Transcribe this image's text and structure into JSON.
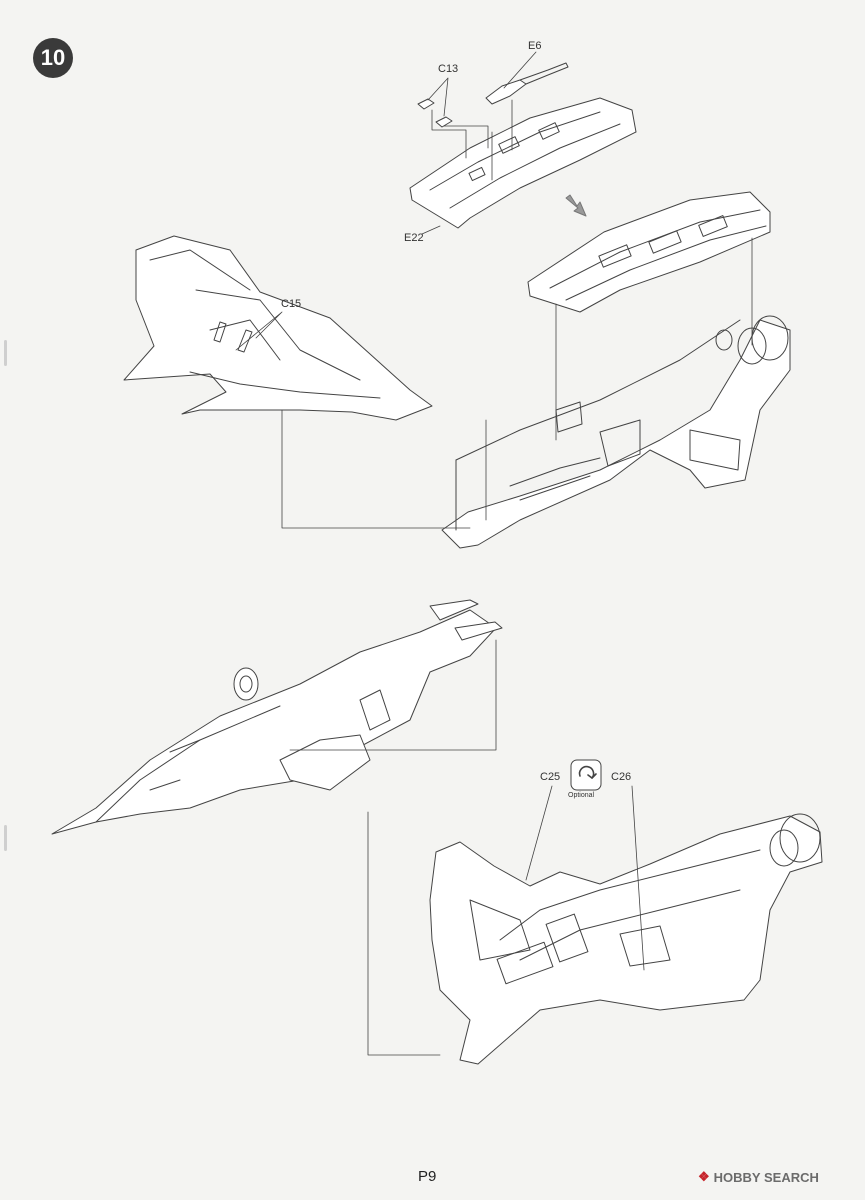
{
  "step": {
    "number": "10"
  },
  "parts": {
    "e6": "E6",
    "c13": "C13",
    "e22": "E22",
    "c15": "C15",
    "c25": "C25",
    "c26": "C26"
  },
  "optional_label": "Optional",
  "page_number": "P9",
  "watermark": {
    "text": "HOBBY SEARCH",
    "mark": "❖"
  },
  "colors": {
    "line": "#444444",
    "paper": "#f4f4f2",
    "badge": "#3a3a3a",
    "watermark_mark": "#c6242b"
  }
}
